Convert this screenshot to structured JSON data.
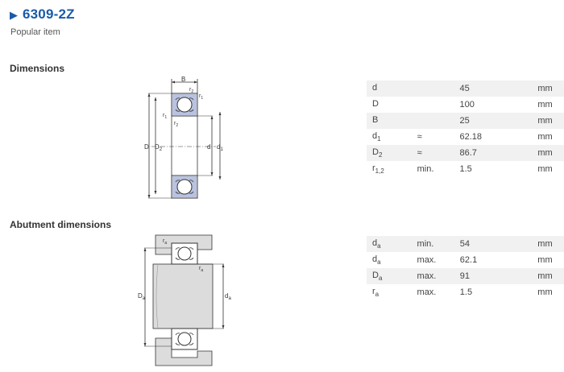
{
  "product": {
    "title": "6309-2Z",
    "subtitle": "Popular item"
  },
  "sections": {
    "dimensions": "Dimensions",
    "abutment": "Abutment dimensions"
  },
  "dimensions": [
    {
      "sym": "d",
      "sub": "",
      "qual": "",
      "val": "45",
      "unit": "mm"
    },
    {
      "sym": "D",
      "sub": "",
      "qual": "",
      "val": "100",
      "unit": "mm"
    },
    {
      "sym": "B",
      "sub": "",
      "qual": "",
      "val": "25",
      "unit": "mm"
    },
    {
      "sym": "d",
      "sub": "1",
      "qual": "≈",
      "val": "62.18",
      "unit": "mm"
    },
    {
      "sym": "D",
      "sub": "2",
      "qual": "≈",
      "val": "86.7",
      "unit": "mm"
    },
    {
      "sym": "r",
      "sub": "1,2",
      "qual": "min.",
      "val": "1.5",
      "unit": "mm"
    }
  ],
  "abutment": [
    {
      "sym": "d",
      "sub": "a",
      "qual": "min.",
      "val": "54",
      "unit": "mm"
    },
    {
      "sym": "d",
      "sub": "a",
      "qual": "max.",
      "val": "62.1",
      "unit": "mm"
    },
    {
      "sym": "D",
      "sub": "a",
      "qual": "max.",
      "val": "91",
      "unit": "mm"
    },
    {
      "sym": "r",
      "sub": "a",
      "qual": "max.",
      "val": "1.5",
      "unit": "mm"
    }
  ],
  "diagram_labels": {
    "B": "B",
    "D": "D",
    "D2": "D",
    "D2_sub": "2",
    "d": "d",
    "d1": "d",
    "d1_sub": "1",
    "r1": "r",
    "r1_sub": "1",
    "r2": "r",
    "r2_sub": "2",
    "Da": "D",
    "Da_sub": "a",
    "da": "d",
    "da_sub": "a",
    "ra": "r",
    "ra_sub": "a"
  },
  "colors": {
    "title": "#1a5aa8",
    "seal": "#b9c3e0",
    "housing": "#dcdcdc",
    "line": "#333333"
  }
}
